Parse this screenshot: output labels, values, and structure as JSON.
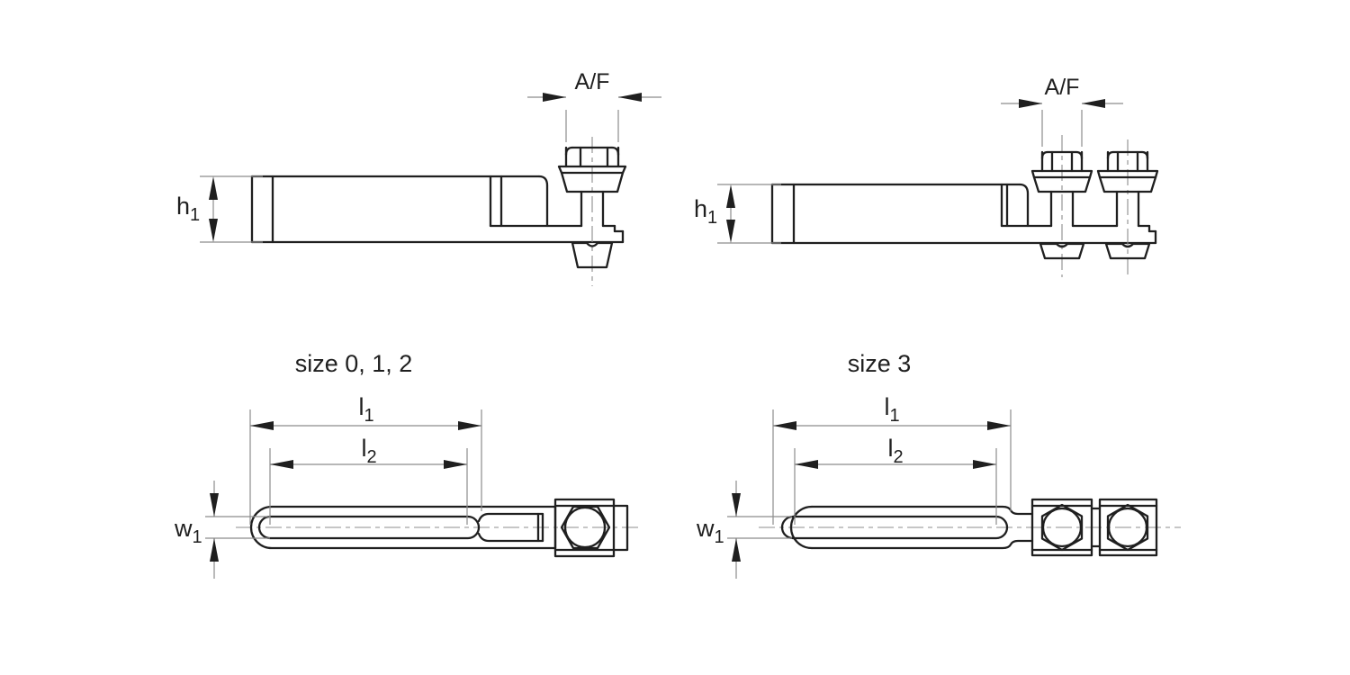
{
  "titles": {
    "left_view": "size 0, 1, 2",
    "right_view": "size 3"
  },
  "labels": {
    "height": {
      "main": "h",
      "sub": "1"
    },
    "across_flats": "A/F",
    "length_outer": {
      "main": "l",
      "sub": "1"
    },
    "length_slot": {
      "main": "l",
      "sub": "2"
    },
    "slot_width": {
      "main": "w",
      "sub": "1"
    }
  },
  "colors": {
    "background": "#ffffff",
    "outline": "#1f1f1f",
    "dimension": "#8c8c8c"
  }
}
